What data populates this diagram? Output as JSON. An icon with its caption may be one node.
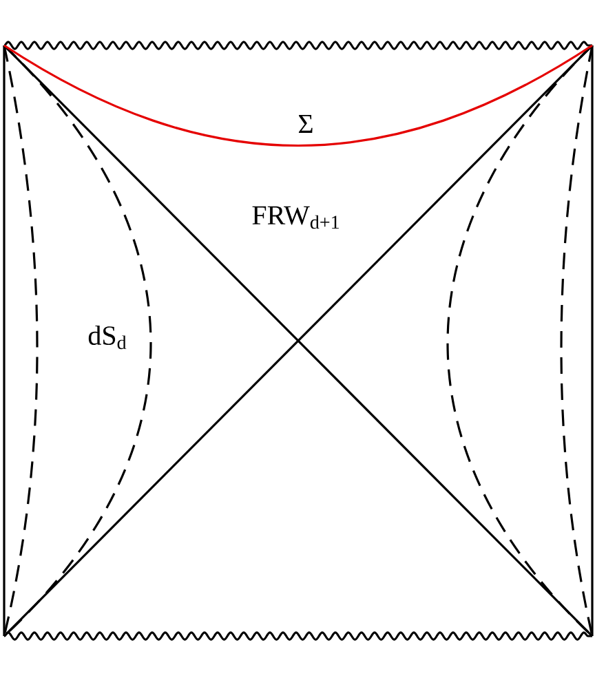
{
  "diagram": {
    "labels": [
      "Σ",
      "FRW$_{d+1}$",
      "dS$_{d}$"
    ]
  }
}
